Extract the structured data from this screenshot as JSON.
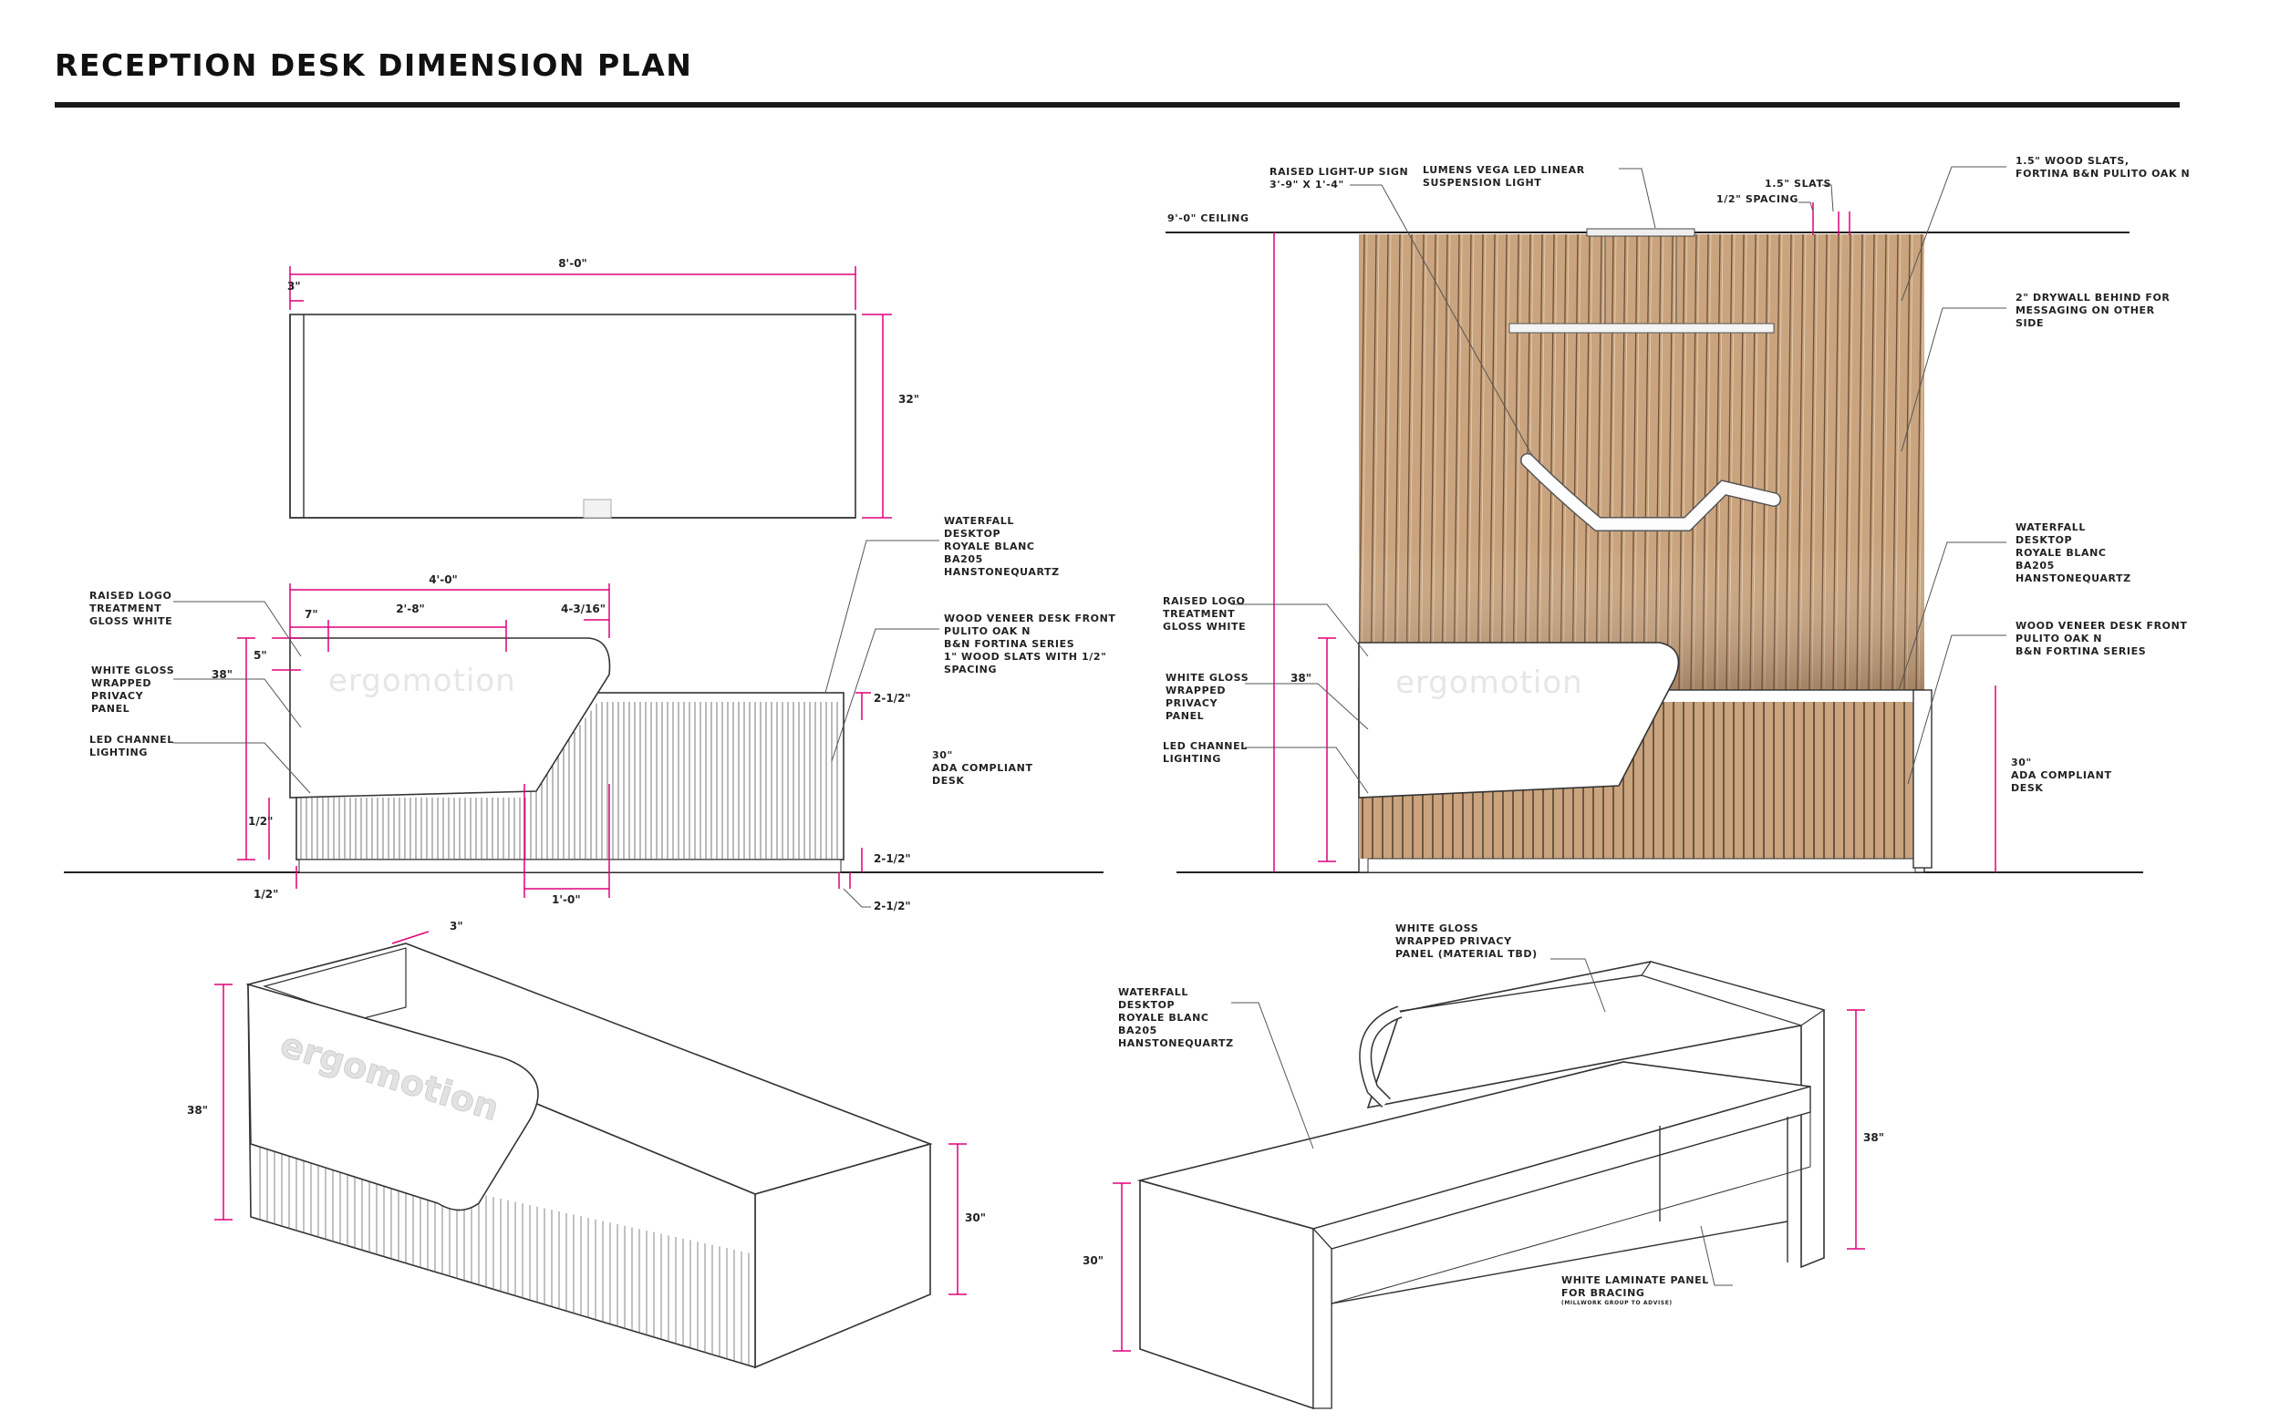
{
  "title": "RECEPTION DESK DIMENSION PLAN",
  "colors": {
    "dimension": "#e0007a",
    "wood": "#c9a47e",
    "ink": "#222222"
  },
  "logo_text": "ergomotion",
  "plan_view": {
    "dim_overall_width": "8'-0\"",
    "dim_return": "3\"",
    "dim_depth": "32\""
  },
  "front_elevation": {
    "dim_logo_panel_width": "4'-0\"",
    "dim_7in": "7\"",
    "dim_2ft8in": "2'-8\"",
    "dim_4_3_16": "4-3/16\"",
    "dim_5in": "5\"",
    "dim_38in": "38\"",
    "dim_half_in_left": "1/2\"",
    "dim_half_in_bottom": "1/2\"",
    "dim_1ft": "1'-0\"",
    "dim_2half_top": "2-1/2\"",
    "dim_2half_base": "2-1/2\"",
    "dim_2half_bottom": "2-1/2\"",
    "label_raised_logo": [
      "RAISED LOGO",
      "TREATMENT",
      "GLOSS WHITE"
    ],
    "label_privacy_panel": [
      "WHITE GLOSS",
      "WRAPPED",
      "PRIVACY",
      "PANEL"
    ],
    "label_led": [
      "LED CHANNEL",
      "LIGHTING"
    ],
    "label_waterfall": [
      "WATERFALL",
      "DESKTOP",
      "ROYALE BLANC",
      "BA205",
      "HANSTONEQUARTZ"
    ],
    "label_veneer": [
      "WOOD VENEER DESK FRONT",
      "PULITO OAK N",
      "B&N FORTINA SERIES",
      "1\" WOOD SLATS WITH 1/2\"",
      "SPACING"
    ],
    "label_ada": [
      "30\"",
      "ADA COMPLIANT",
      "DESK"
    ]
  },
  "wall_elevation": {
    "ceiling": "9'-0\" CEILING",
    "label_sign": [
      "RAISED LIGHT-UP SIGN",
      "3'-9\" X 1'-4\""
    ],
    "label_light": [
      "LUMENS VEGA LED LINEAR",
      "SUSPENSION LIGHT"
    ],
    "label_slats": "1.5\" SLATS",
    "label_spacing": "1/2\" SPACING",
    "label_wood_slats": [
      "1.5\" WOOD SLATS,",
      "FORTINA B&N PULITO OAK N"
    ],
    "label_drywall": [
      "2\" DRYWALL BEHIND FOR",
      "MESSAGING ON OTHER",
      "SIDE"
    ],
    "label_waterfall": [
      "WATERFALL",
      "DESKTOP",
      "ROYALE BLANC",
      "BA205",
      "HANSTONEQUARTZ"
    ],
    "label_veneer": [
      "WOOD VENEER DESK FRONT",
      "PULITO OAK N",
      "B&N FORTINA SERIES"
    ],
    "label_raised_logo": [
      "RAISED LOGO",
      "TREATMENT",
      "GLOSS WHITE"
    ],
    "label_privacy_panel": [
      "WHITE GLOSS",
      "WRAPPED",
      "PRIVACY",
      "PANEL"
    ],
    "label_led": [
      "LED CHANNEL",
      "LIGHTING"
    ],
    "label_ada": [
      "30\"",
      "ADA COMPLIANT",
      "DESK"
    ],
    "dim_38in": "38\""
  },
  "iso_front": {
    "dim_3in": "3\"",
    "dim_38in": "38\"",
    "dim_30in": "30\""
  },
  "iso_back": {
    "label_privacy_panel": [
      "WHITE GLOSS",
      "WRAPPED PRIVACY",
      "PANEL (MATERIAL TBD)"
    ],
    "label_waterfall": [
      "WATERFALL",
      "DESKTOP",
      "ROYALE BLANC",
      "BA205",
      "HANSTONEQUARTZ"
    ],
    "label_bracing": [
      "WHITE LAMINATE PANEL",
      "FOR BRACING"
    ],
    "label_bracing_note": "(MILLWORK GROUP TO ADVISE)",
    "dim_30in": "30\"",
    "dim_38in": "38\""
  }
}
